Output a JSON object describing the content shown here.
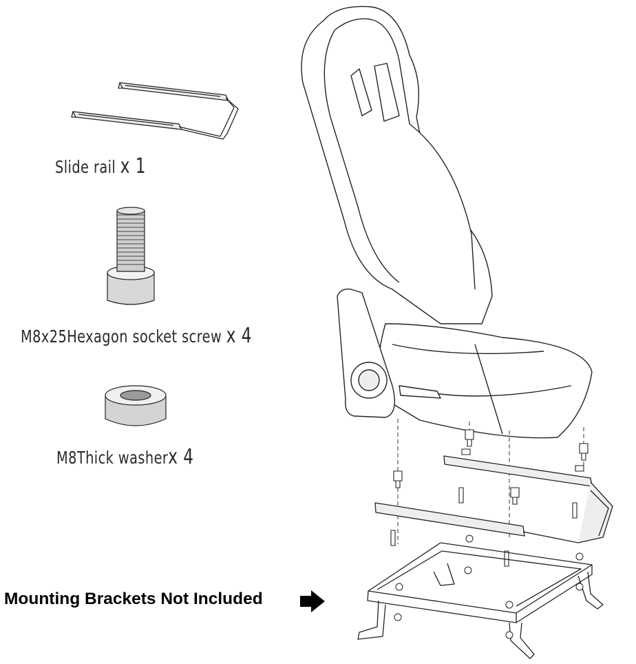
{
  "parts": [
    {
      "label": "Slide rail",
      "qty": "x 1"
    },
    {
      "label": "M8x25Hexagon socket screw",
      "qty": "x 4"
    },
    {
      "label": "M8Thick washer",
      "qty": "x 4"
    }
  ],
  "notice": {
    "text": "Mounting Brackets Not Included",
    "icon": "right-arrow-icon"
  },
  "colors": {
    "line": "#222222",
    "text": "#2a2a2a",
    "background": "#ffffff"
  }
}
